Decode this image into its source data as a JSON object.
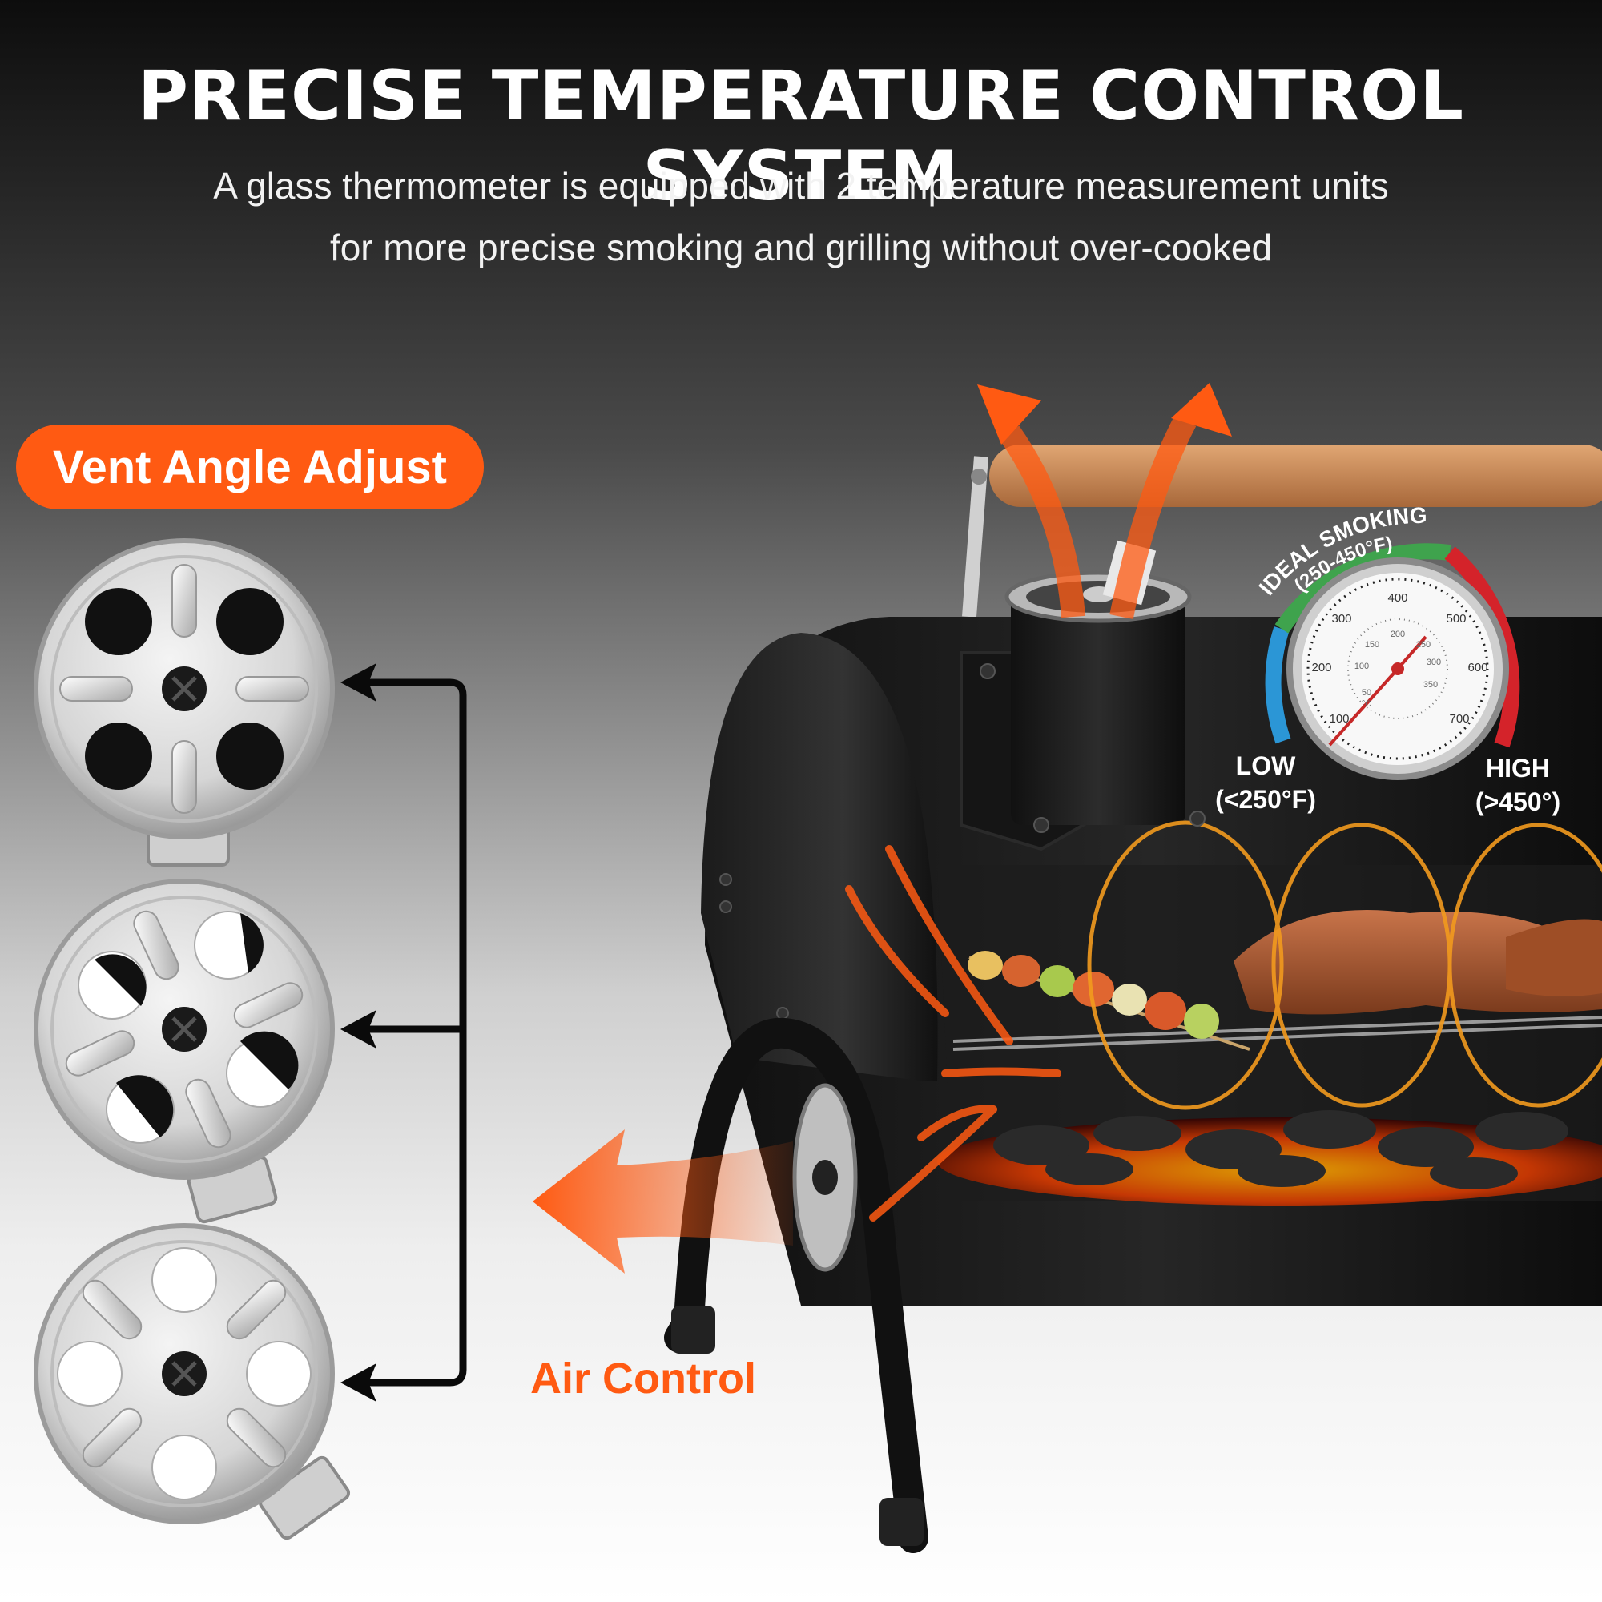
{
  "header": {
    "title": "PRECISE TEMPERATURE CONTROL SYSTEM",
    "subtitle_line1": "A glass thermometer is equipped with 2 temperature measurement units",
    "subtitle_line2": "for more precise smoking and grilling without over-cooked"
  },
  "vent_label": "Vent Angle Adjust",
  "air_label": "Air Control",
  "gauge": {
    "arc_title": "IDEAL SMOKING",
    "arc_range": "(250-450°F)",
    "outer_ticks": [
      "100",
      "200",
      "300",
      "400",
      "500",
      "600",
      "700"
    ],
    "inner_ticks": [
      "50",
      "100",
      "150",
      "200",
      "250",
      "300",
      "350"
    ],
    "unit": "°C",
    "low_title": "LOW",
    "low_range": "(<250°F)",
    "high_title": "HIGH",
    "high_range": "(>450°)"
  },
  "colors": {
    "accent_orange": "#ff5a12",
    "low_blue": "#2b96d6",
    "ideal_green": "#3fa34d",
    "high_red": "#d4232a",
    "handle_wood": "#c9894f"
  }
}
